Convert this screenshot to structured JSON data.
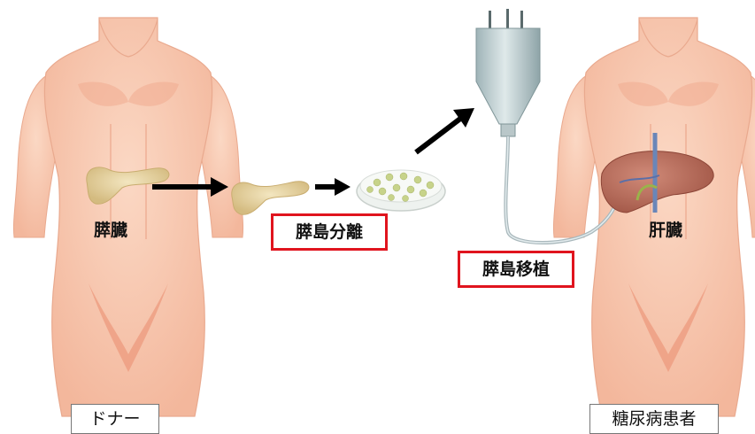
{
  "labels": {
    "donor_organ": "膵臓",
    "isolation": "膵島分離",
    "transplant": "膵島移植",
    "recipient_organ": "肝臓",
    "donor": "ドナー",
    "recipient": "糖尿病患者"
  },
  "colors": {
    "skin": "#f8c8b0",
    "skin_shade": "#eea38a",
    "highlight_box": "#e0141e",
    "pancreas": "#e6d2a0",
    "liver": "#b86a58",
    "arrow": "#000000"
  },
  "icons": [
    "pancreas-icon",
    "petri-dish-icon",
    "infusion-bag-icon",
    "liver-icon"
  ]
}
